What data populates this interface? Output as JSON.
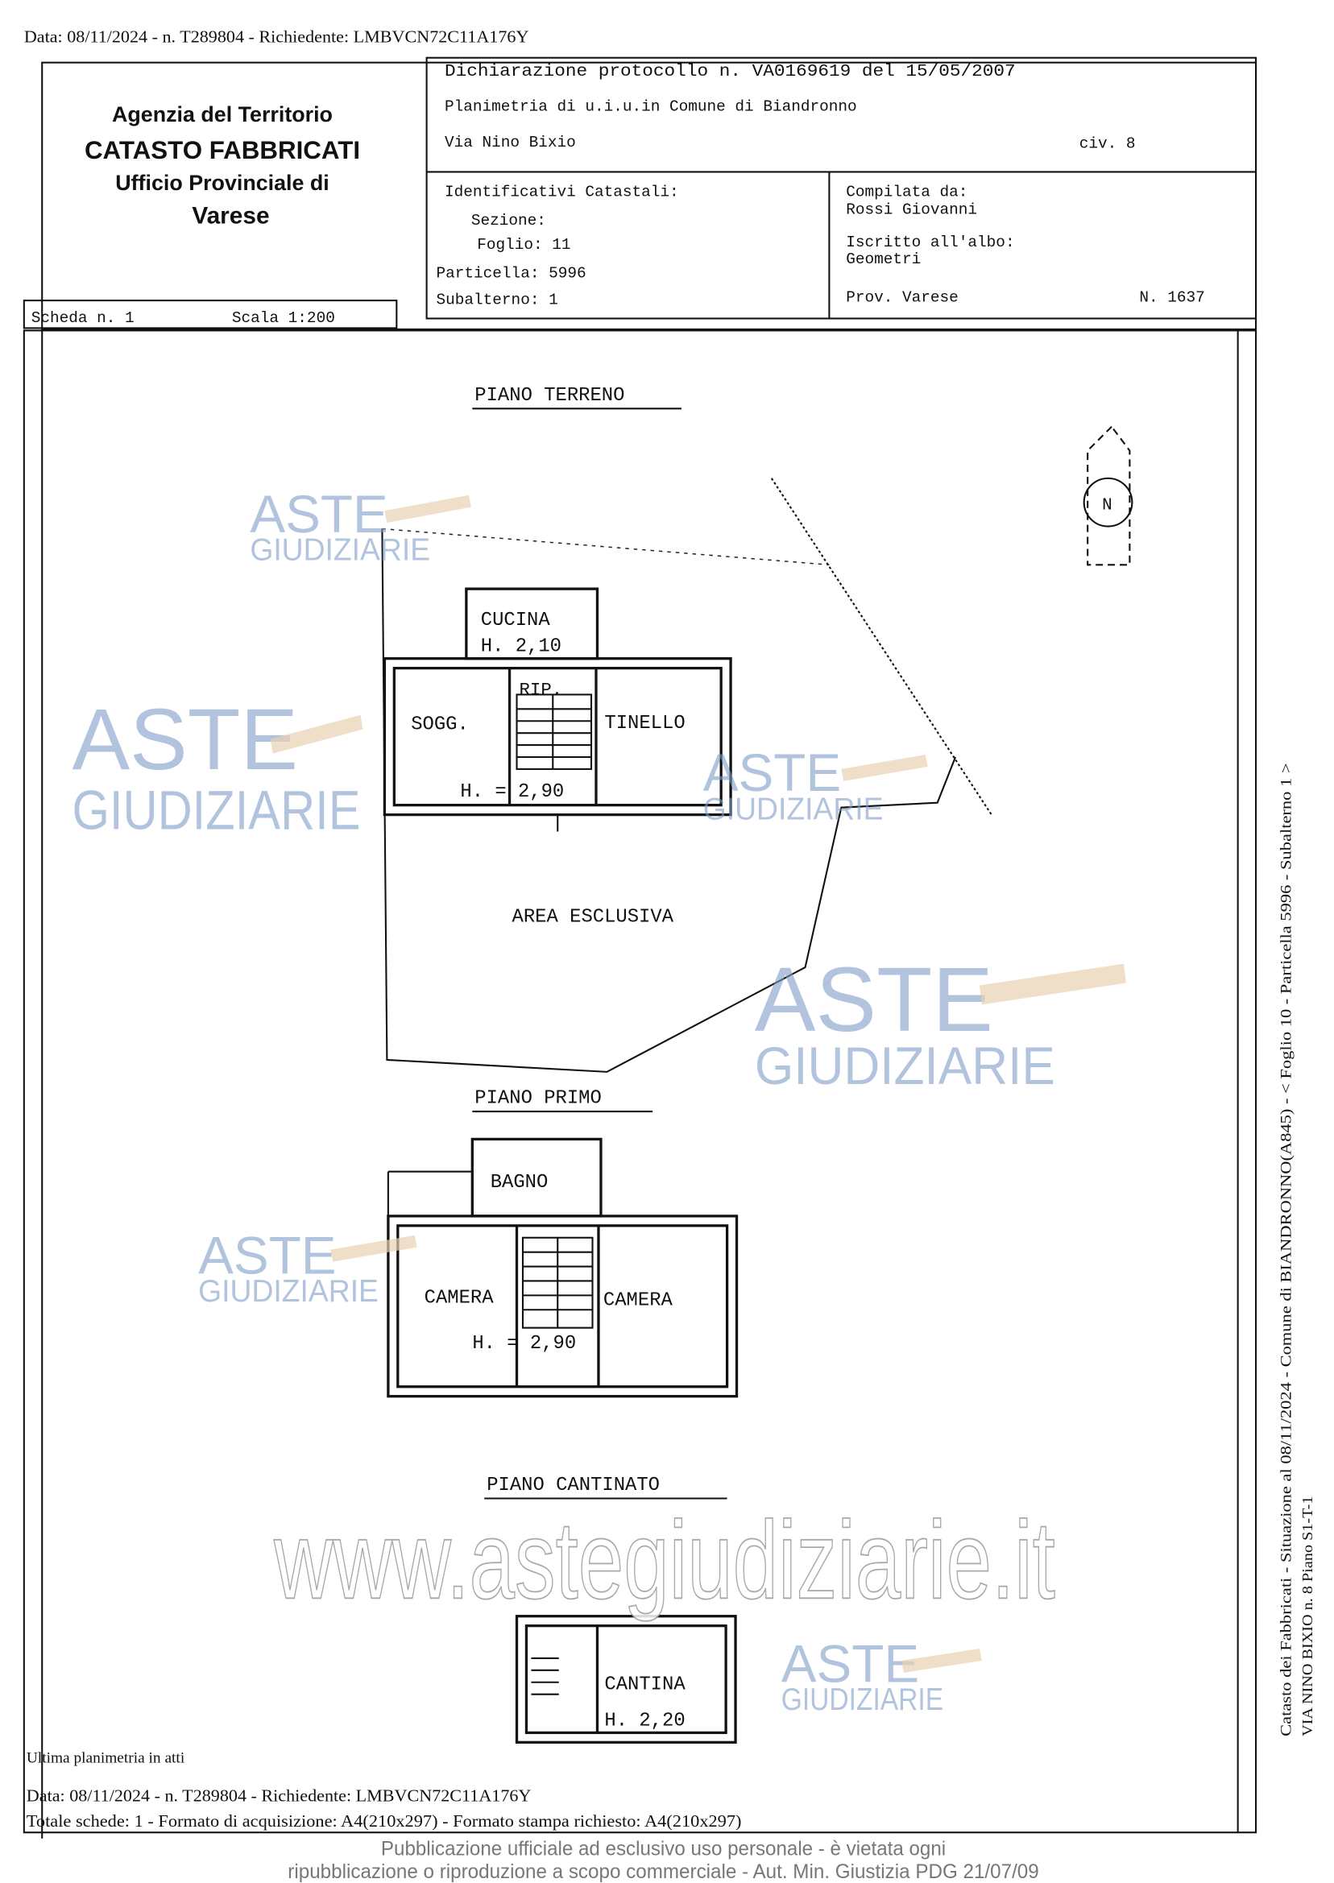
{
  "top_stamp": "Data: 08/11/2024 - n. T289804 - Richiedente: LMBVCN72C11A176Y",
  "header": {
    "agency": "Agenzia del Territorio",
    "title": "CATASTO FABBRICATI",
    "office": "Ufficio Provinciale di",
    "province": "Varese",
    "declaration": "Dichiarazione protocollo n. VA0169619 del  15/05/2007",
    "planimetry": "Planimetria di u.i.u.in Comune di Biandronno",
    "street": "Via Nino Bixio",
    "civic": "civ. 8",
    "identifiers_label": "Identificativi Catastali:",
    "sezione": "Sezione:",
    "foglio": "Foglio: 11",
    "particella": "Particella: 5996",
    "subalterno": "Subalterno: 1",
    "compiled_by_label": "Compilata da:",
    "compiled_by": "Rossi Giovanni",
    "register_label": "Iscritto all'albo:",
    "register": "Geometri",
    "prov": "Prov. Varese",
    "number": "N.  1637",
    "scheda": "Scheda n. 1",
    "scala": "Scala 1:200"
  },
  "plans": {
    "ground_title": "PIANO TERRENO",
    "cucina": "CUCINA",
    "cucina_h": "H. 2,10",
    "rip": "RIP.",
    "sogg": "SOGG.",
    "tinello": "TINELLO",
    "ground_h": "H. = 2,90",
    "area": "AREA ESCLUSIVA",
    "north": "N",
    "first_title": "PIANO PRIMO",
    "bagno": "BAGNO",
    "camera1": "CAMERA",
    "camera2": "CAMERA",
    "first_h": "H. = 2,90",
    "basement_title": "PIANO CANTINATO",
    "cantina": "CANTINA",
    "cantina_h": "H. 2,20"
  },
  "side_text": {
    "line1": "Catasto dei Fabbricati - Situazione al 08/11/2024 - Comune di BIANDRONNO(A845) - < Foglio 10 - Particella 5996 - Subalterno 1 >",
    "line2": "VIA NINO BIXIO n. 8 Piano S1-T-1"
  },
  "footer": {
    "last": "Ultima planimetria in atti",
    "data": "Data: 08/11/2024 - n. T289804 - Richiedente: LMBVCN72C11A176Y",
    "totale": "Totale schede: 1 - Formato di acquisizione: A4(210x297) - Formato stampa richiesto: A4(210x297)"
  },
  "watermark": {
    "aste": "ASTE",
    "giudiziarie": "GIUDIZIARIE",
    "url": "www.astegiudiziarie.it",
    "disclaimer1": "Pubblicazione ufficiale ad esclusivo uso personale - è vietata ogni",
    "disclaimer2": "ripubblicazione o riproduzione a scopo commerciale - Aut. Min. Giustizia PDG 21/07/09"
  }
}
